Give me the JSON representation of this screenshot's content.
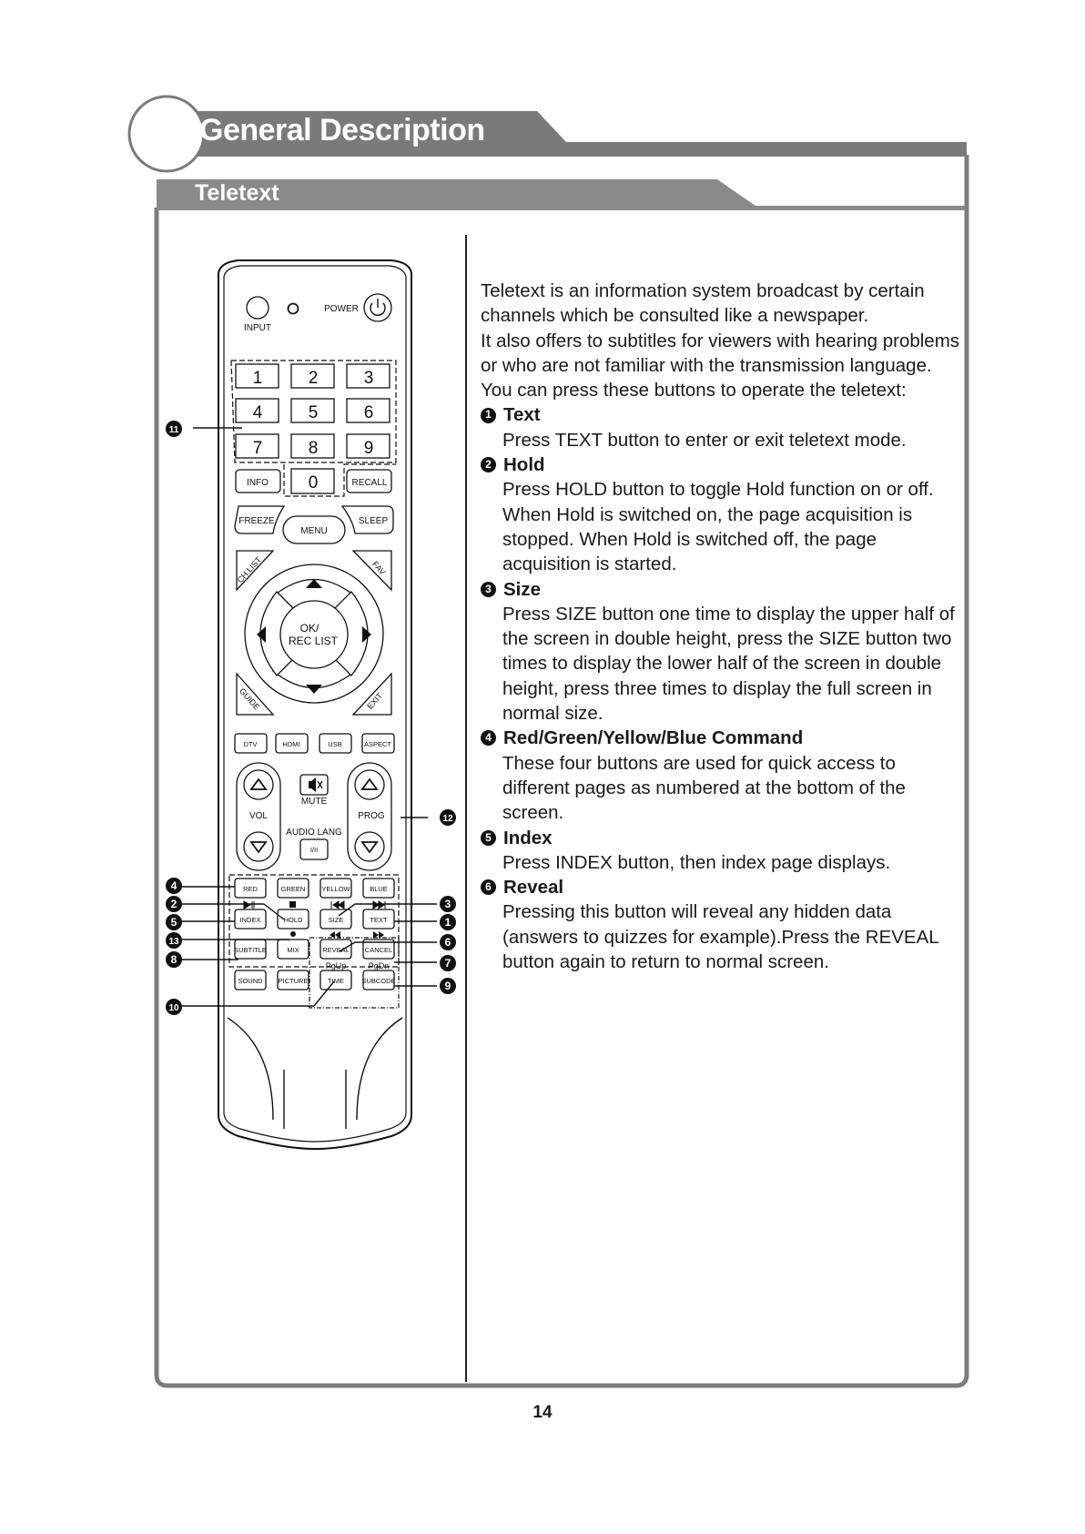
{
  "header": {
    "title": "General Description",
    "subtitle": "Teletext"
  },
  "intro": [
    "Teletext is an information system broadcast by certain channels which be consulted like a newspaper.",
    "It also offers to subtitles for viewers with hearing problems or who are not familiar with the transmission language.",
    "You can press these buttons to operate the teletext:"
  ],
  "items": [
    {
      "marker": "1",
      "title": "Text",
      "body": "Press TEXT button to enter or exit teletext mode."
    },
    {
      "marker": "2",
      "title": "Hold",
      "body": "Press HOLD button to toggle Hold function on or off. When Hold is switched on, the page acquisition is stopped. When Hold is switched off, the page acquisition is started."
    },
    {
      "marker": "3",
      "title": "Size",
      "body": "Press SIZE button one time to display the upper half of the screen in double height, press the SIZE button two times to display the lower half of the screen in double height, press three times to display the full screen in normal size."
    },
    {
      "marker": "4",
      "title": "Red/Green/Yellow/Blue Command",
      "body": "These four buttons are used for quick access to different pages as numbered at the bottom of the screen."
    },
    {
      "marker": "5",
      "title": "Index",
      "body": "Press INDEX button, then index page displays."
    },
    {
      "marker": "6",
      "title": "Reveal",
      "body": "Pressing this button will reveal any hidden data (answers to quizzes for example).Press the REVEAL button again to return to normal screen."
    }
  ],
  "remote": {
    "input": "INPUT",
    "power": "POWER",
    "digits": [
      "1",
      "2",
      "3",
      "4",
      "5",
      "6",
      "7",
      "8",
      "9"
    ],
    "info": "INFO",
    "zero": "0",
    "recall": "RECALL",
    "freeze": "FREEZE",
    "menu": "MENU",
    "sleep": "SLEEP",
    "ch_list": "CH.LIST",
    "fav": "FAV",
    "ok_line1": "OK/",
    "ok_line2": "REC LIST",
    "guide": "GUIDE",
    "exit": "EXIT",
    "dtv": "DTV",
    "hdmi": "HDMI",
    "usb": "USB",
    "aspect": "ASPECT",
    "mute": "MUTE",
    "vol": "VOL",
    "prog": "PROG",
    "audio_lang": "AUDIO LANG",
    "audio_btn": "I/II",
    "red": "RED",
    "green": "GREEN",
    "yellow": "YELLOW",
    "blue": "BLUE",
    "index": "INDEX",
    "hold": "HOLD",
    "size": "SIZE",
    "text": "TEXT",
    "subtitle": "SUBTITLE",
    "mix": "MIX",
    "reveal": "REVEAL",
    "cancel": "CANCEL",
    "pgup": "PgUp",
    "pgdn": "PgDn",
    "sound": "SOUND",
    "picture": "PICTURE",
    "time": "TIME",
    "subcode": "SUBCODE"
  },
  "callouts": {
    "c1": "1",
    "c2": "2",
    "c3": "3",
    "c4": "4",
    "c5": "5",
    "c6": "6",
    "c7": "7",
    "c8": "8",
    "c9": "9",
    "c10": "10",
    "c11": "11",
    "c12": "12",
    "c13": "13"
  },
  "page_number": "14"
}
